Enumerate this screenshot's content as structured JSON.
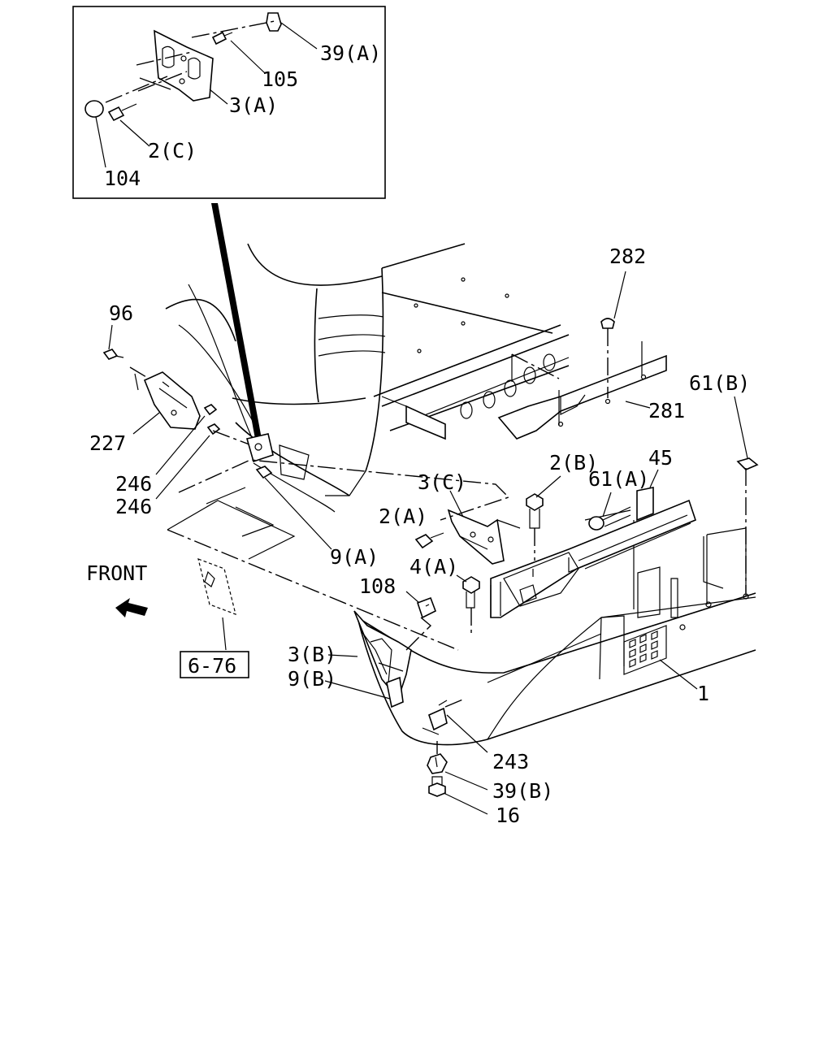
{
  "diagram": {
    "direction_label": "FRONT",
    "reference_box": "6-76",
    "inset_labels": {
      "p39a": "39(A)",
      "p105": "105",
      "p3a": "3(A)",
      "p2c": "2(C)",
      "p104": "104"
    },
    "labels": {
      "p282": "282",
      "p281": "281",
      "p61b": "61(B)",
      "p45": "45",
      "p61a": "61(A)",
      "p2b": "2(B)",
      "p3c": "3(C)",
      "p2a": "2(A)",
      "p4a": "4(A)",
      "p96": "96",
      "p227": "227",
      "p246a": "246",
      "p246b": "246",
      "p9a": "9(A)",
      "p108": "108",
      "p3b": "3(B)",
      "p9b": "9(B)",
      "p1": "1",
      "p243": "243",
      "p39b": "39(B)",
      "p16": "16"
    }
  }
}
